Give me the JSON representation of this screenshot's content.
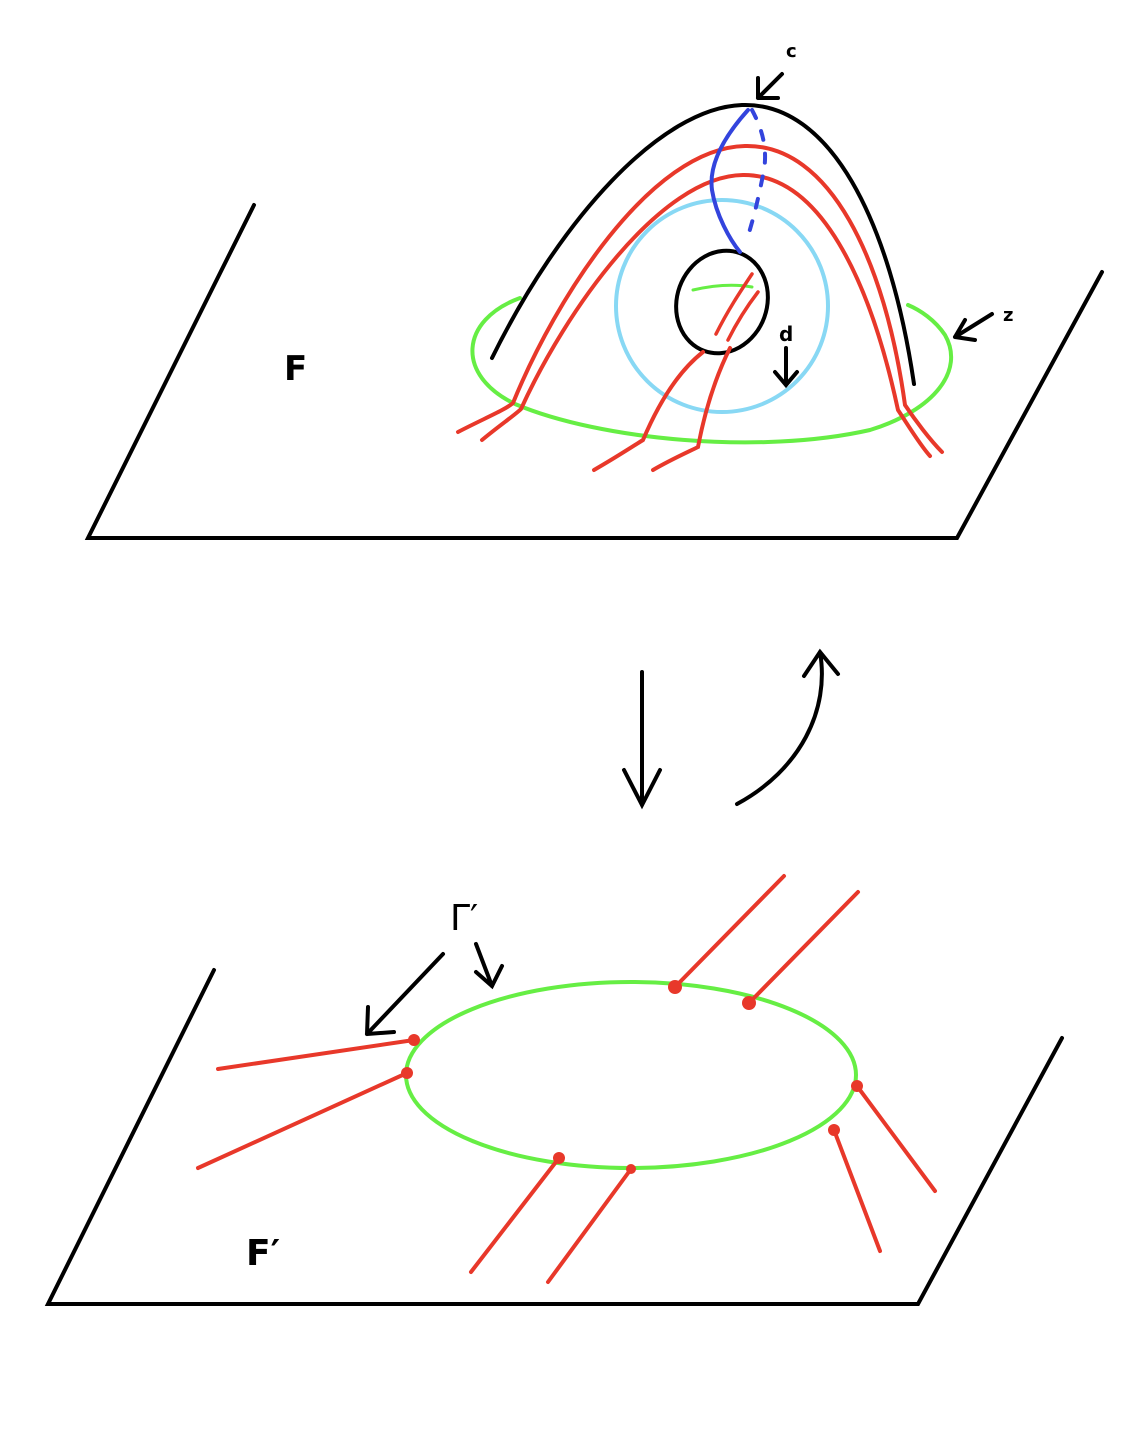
{
  "labels": {
    "surface_top": "F",
    "surface_bottom": "F′",
    "curve_c": "c",
    "curve_d": "d",
    "curve_z": "z",
    "gamma_prime": "Γ′"
  },
  "colors": {
    "outline": "#000000",
    "green_circle": "#66ee44",
    "red_strand": "#e8382a",
    "blue_curve": "#3344dd",
    "light_blue_circle": "#88d8f4"
  }
}
